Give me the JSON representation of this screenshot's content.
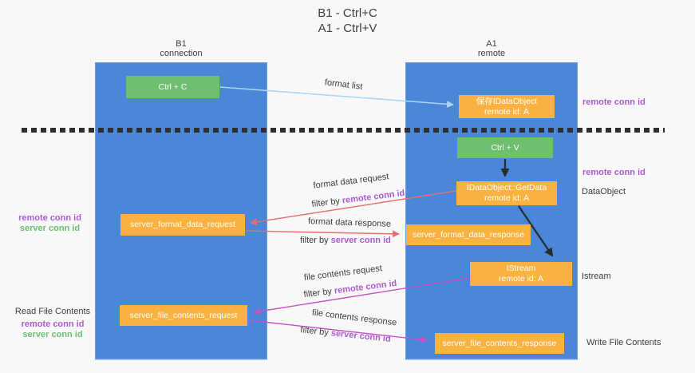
{
  "title": {
    "line1": "B1 - Ctrl+C",
    "line2": "A1 - Ctrl+V"
  },
  "columns": {
    "left": {
      "name": "B1",
      "subtitle": "connection"
    },
    "right": {
      "name": "A1",
      "subtitle": "remote"
    }
  },
  "boxes": {
    "ctrl_c": {
      "label": "Ctrl + C"
    },
    "save_dataobject": {
      "line1": "保存IDataObject",
      "line2": "remote id: A"
    },
    "ctrl_v": {
      "label": "Ctrl + V"
    },
    "getdata": {
      "line1": "IDataObject::GetData",
      "line2": "remote id: A"
    },
    "istream": {
      "line1": "IStream",
      "line2": "remote id: A"
    },
    "format_request": {
      "label": "server_format_data_request"
    },
    "format_response": {
      "label": "server_format_data_response"
    },
    "file_request": {
      "label": "server_file_contents_request"
    },
    "file_response": {
      "label": "server_file_contents_response"
    }
  },
  "arrow_labels": {
    "format_list": "format list",
    "format_data_request": "format data request",
    "format_data_response": "format data response",
    "file_contents_request": "file contents request",
    "file_contents_response": "file contents response",
    "filter_by": "filter by",
    "remote_conn_id": "remote conn id",
    "server_conn_id": "server conn id"
  },
  "annotations": {
    "right_top_remote_conn_id": "remote conn id",
    "right_mid_remote_conn_id": "remote conn id",
    "dataobject": "DataObject",
    "istream": "Istream",
    "write_file_contents": "Write File Contents",
    "left_remote_conn_id": "remote conn id",
    "left_server_conn_id": "server conn id",
    "read_file_contents": "Read File Contents",
    "left_remote_conn_id_2": "remote conn id",
    "left_server_conn_id_2": "server conn id"
  },
  "colors": {
    "background": "#f8f8f9",
    "text_dark": "#3d3d3d",
    "column_blue": "#4a87d8",
    "box_green": "#6ebf70",
    "box_orange": "#f9b240",
    "label_purple": "#ae5bd0",
    "label_green": "#6dbf6f",
    "arrow_light_blue": "#aad5f4",
    "arrow_red": "#e96e6e",
    "arrow_magenta": "#c850c8",
    "arrow_black": "#2b2b2b"
  }
}
